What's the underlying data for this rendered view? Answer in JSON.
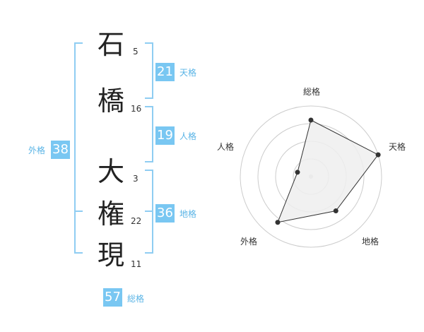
{
  "name": {
    "characters": [
      {
        "char": "石",
        "strokes": "5"
      },
      {
        "char": "橋",
        "strokes": "16"
      },
      {
        "char": "大",
        "strokes": "3"
      },
      {
        "char": "権",
        "strokes": "22"
      },
      {
        "char": "現",
        "strokes": "11"
      }
    ]
  },
  "fortunes": {
    "tenkaku": {
      "value": "21",
      "label": "天格"
    },
    "jinkaku": {
      "value": "19",
      "label": "人格"
    },
    "chikaku": {
      "value": "36",
      "label": "地格"
    },
    "gaikaku": {
      "value": "38",
      "label": "外格"
    },
    "soukaku": {
      "value": "57",
      "label": "総格"
    }
  },
  "colors": {
    "badge": "#79c7f2",
    "bracket": "#8fcdf2",
    "label": "#5ab4e6",
    "polygon_fill": "#eeeeee",
    "polygon_stroke": "#333333",
    "ring": "#cccccc"
  },
  "chart_data": {
    "type": "radar",
    "axes": [
      "総格",
      "天格",
      "地格",
      "外格",
      "人格"
    ],
    "values": [
      4,
      5,
      3,
      4,
      1
    ],
    "rmax": 5,
    "rings": 4,
    "grid": true
  }
}
